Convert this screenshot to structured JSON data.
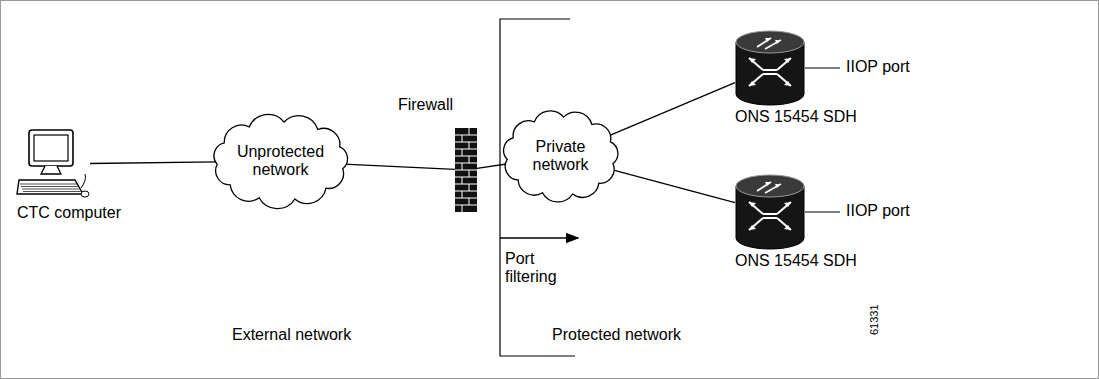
{
  "diagram": {
    "nodes": [
      {
        "text": [
          "CTC computer"
        ]
      },
      {
        "text": [
          "Unprotected network"
        ]
      },
      {
        "text": [
          "Firewall"
        ]
      },
      {
        "text": [
          "Private network"
        ]
      },
      {
        "text": [
          "ONS 15454 SDH"
        ]
      },
      {
        "text": [
          "ONS 15454 SDH"
        ]
      }
    ],
    "edges": [
      {
        "from": 0,
        "to": 1,
        "arrow": "none"
      },
      {
        "from": 1,
        "to": 2,
        "arrow": "none"
      },
      {
        "from": 2,
        "to": 3,
        "arrow": "none"
      },
      {
        "from": 3,
        "to": 4,
        "arrow": "none"
      },
      {
        "from": 3,
        "to": 5,
        "arrow": "none"
      }
    ],
    "labels": [
      "IIOP port",
      "IIOP port",
      "Port filtering",
      "External network",
      "Protected network",
      "61331"
    ]
  }
}
